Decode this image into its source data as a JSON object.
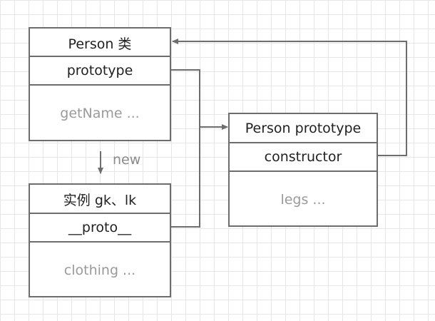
{
  "person_class": {
    "title": "Person 类",
    "prototype_field": "prototype",
    "members": "getName ..."
  },
  "instance": {
    "title": "实例 gk、lk",
    "proto_field": "__proto__",
    "members": "clothing ..."
  },
  "person_prototype": {
    "title": "Person prototype",
    "constructor_field": "constructor",
    "members": "legs ..."
  },
  "new_label": "new",
  "colors": {
    "border": "#6d6d6d",
    "text": "#1f1f1f",
    "muted_text": "#9a9a9a",
    "grid": "#e6e6e6"
  }
}
